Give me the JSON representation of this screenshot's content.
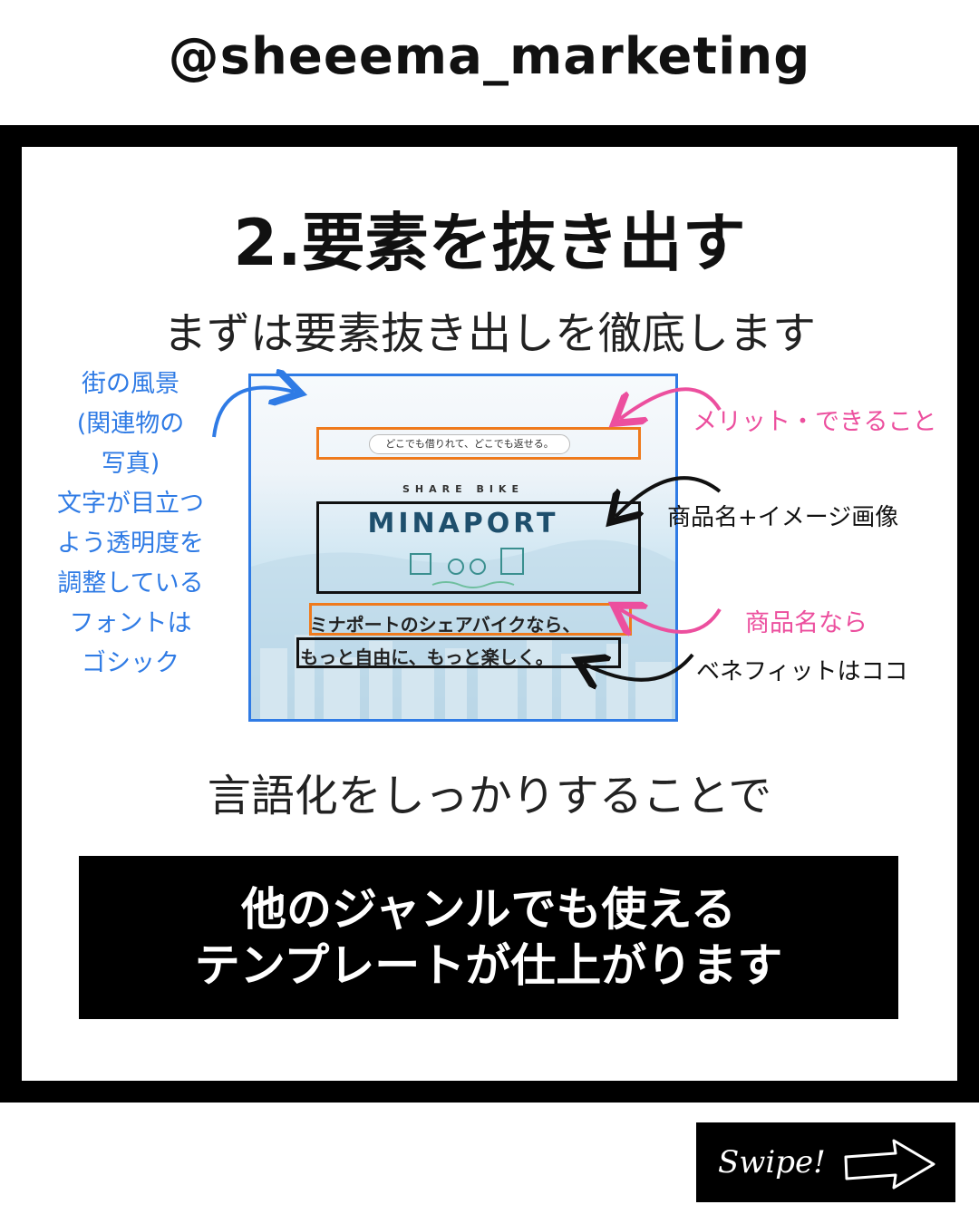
{
  "handle": "@sheeema_marketing",
  "card": {
    "title": "2.要素を抜き出す",
    "subtitle": "まずは要素抜き出しを徹底します",
    "mock": {
      "pill_text": "どこでも借りれて、どこでも返せる。",
      "share_bike": "SHARE BIKE",
      "brand": "MINAPORT",
      "catch_line1": "ミナポートのシェアバイクなら、",
      "catch_line2": "もっと自由に、もっと楽しく。"
    },
    "annotations": {
      "left": [
        "街の風景",
        "(関連物の",
        "写真)",
        "文字が目立つ",
        "よう透明度を",
        "調整している",
        "フォントは",
        "ゴシック"
      ],
      "merit": "メリット・できること",
      "product_image": "商品名+イメージ画像",
      "product_name": "商品名なら",
      "benefit": "ベネフィットはココ"
    },
    "mid_text": "言語化をしっかりすることで",
    "banner": {
      "line1": "他のジャンルでも使える",
      "line2": "テンプレートが仕上がります"
    }
  },
  "swipe": {
    "label": "Swipe!",
    "icon": "arrow-right-icon"
  },
  "colors": {
    "frame": "#000000",
    "annotation_blue": "#2f7be5",
    "annotation_pink": "#ec4f9e",
    "highlight_orange": "#ef7a1c"
  }
}
